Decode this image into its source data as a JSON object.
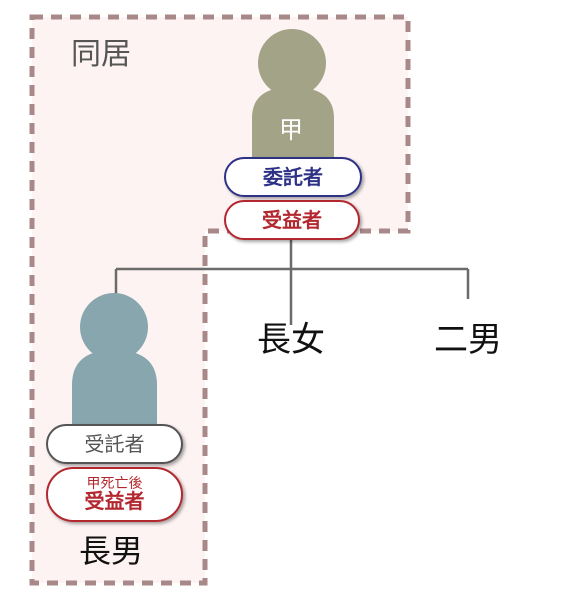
{
  "household": {
    "label": "同居"
  },
  "colors": {
    "household_fill": "#fdf3f3",
    "household_border": "#a88888",
    "settlor_figure": "#a3a387",
    "trustee_figure": "#87a6ad",
    "settlor_role": "#2e3286",
    "beneficiary_role": "#b3282f",
    "trustee_role": "#555555",
    "tree_line": "#6b6b6b"
  },
  "settlor": {
    "name": "甲",
    "role_settlor": "委託者",
    "role_beneficiary": "受益者"
  },
  "children": {
    "eldest_son": {
      "name": "長男",
      "role_trustee": "受託者",
      "condition": "甲死亡後",
      "role_beneficiary": "受益者"
    },
    "eldest_daughter": {
      "name": "長女"
    },
    "second_son": {
      "name": "二男"
    }
  }
}
